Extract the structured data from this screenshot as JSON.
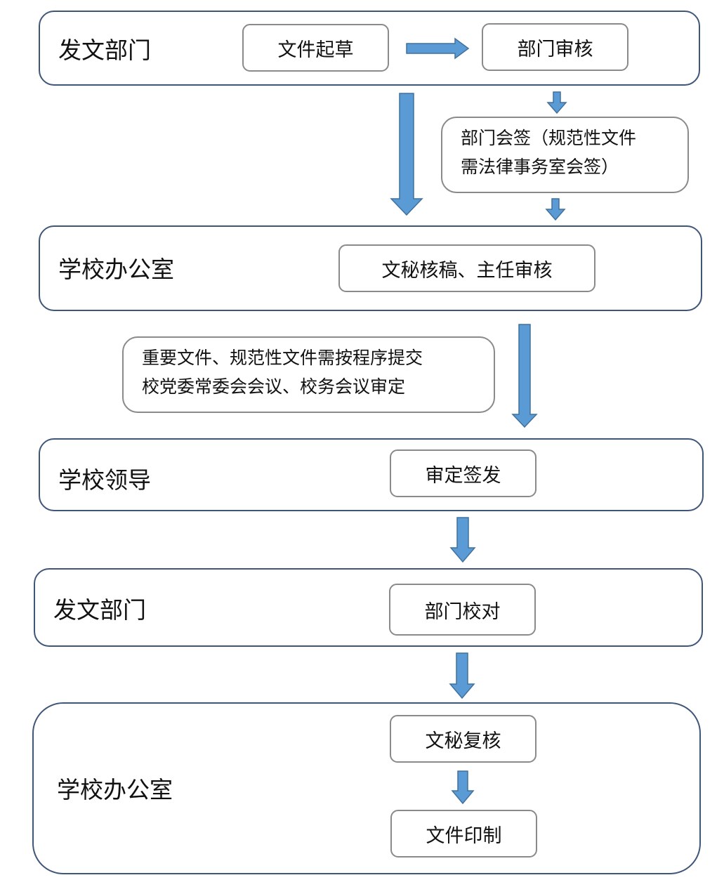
{
  "lanes": {
    "dept_draft": {
      "label": "发文部门"
    },
    "office_review": {
      "label": "学校办公室"
    },
    "leader": {
      "label": "学校领导"
    },
    "dept_proof": {
      "label": "发文部门"
    },
    "office_print": {
      "label": "学校办公室"
    }
  },
  "nodes": {
    "draft": "文件起草",
    "dept_review": "部门审核",
    "secretary_review": "文秘核稿、主任审核",
    "approve_sign": "审定签发",
    "dept_proof": "部门校对",
    "secretary_recheck": "文秘复核",
    "print": "文件印制"
  },
  "notes": {
    "countersign": [
      "部门会签（规范性文件",
      "需法律事务室会签）"
    ],
    "meeting": [
      "重要文件、规范性文件需按程序提交",
      "校党委常委会会议、校务会议审定"
    ]
  },
  "colors": {
    "lane_border": "#3f5679",
    "node_border": "#8a8a8a",
    "arrow_fill": "#5b9bd5",
    "arrow_stroke": "#41719c"
  }
}
